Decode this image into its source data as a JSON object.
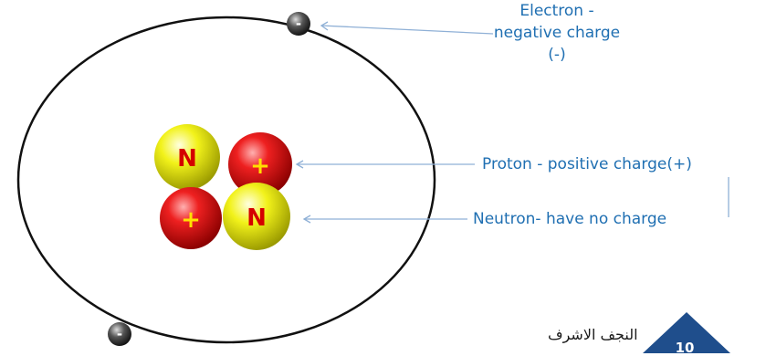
{
  "labels": {
    "electron": "Electron - negative charge (-)",
    "proton": "Proton - positive  charge(+)",
    "neutron": "Neutron- have no charge"
  },
  "particles": {
    "neutron_symbol": "N",
    "proton_symbol": "+",
    "electron_symbol": "-"
  },
  "footer": {
    "arabic_text": "النجف الاشرف",
    "page_number": "10"
  },
  "colors": {
    "label_text": "#1f6fb2",
    "arrow": "#8fb0d6",
    "proton": "#d40000",
    "neutron": "#e6e600",
    "neutron_text": "#d40000",
    "proton_text": "#ffe000",
    "electron": "#333333",
    "orbit": "#111111",
    "page_badge": "#1f4e8c"
  }
}
